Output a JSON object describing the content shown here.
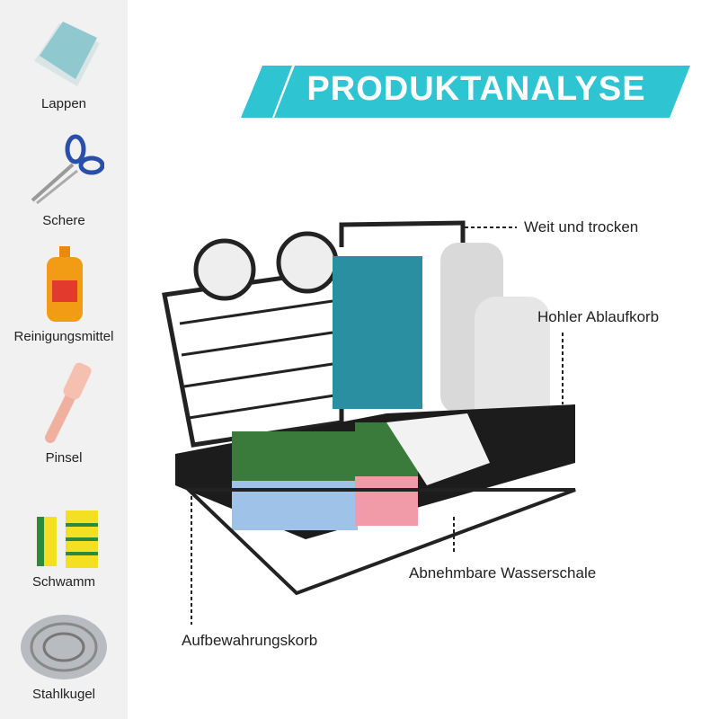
{
  "title": "PRODUKTANALYSE",
  "accent": "#2ec4d2",
  "sidebar": {
    "items": [
      {
        "label": "Lappen",
        "icon": "cloth-icon"
      },
      {
        "label": "Schere",
        "icon": "scissors-icon"
      },
      {
        "label": "Reinigungsmittel",
        "icon": "detergent-bottle-icon"
      },
      {
        "label": "Pinsel",
        "icon": "brush-icon"
      },
      {
        "label": "Schwamm",
        "icon": "sponge-icon"
      },
      {
        "label": "Stahlkugel",
        "icon": "steel-wool-icon"
      }
    ]
  },
  "callouts": {
    "top": "Weit und trocken",
    "drain": "Hohler Ablaufkorb",
    "tray": "Abnehmbare Wasserschale",
    "basket": "Aufbewahrungskorb"
  }
}
